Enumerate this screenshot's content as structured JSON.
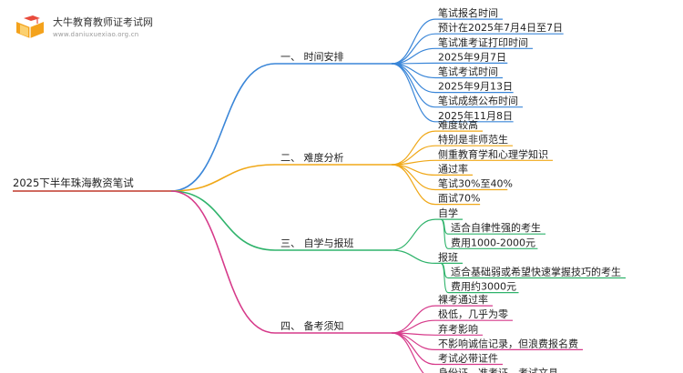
{
  "logo": {
    "title": "大牛教育教师证考试网",
    "url": "www.daniuxuexiao.org.cn",
    "icon": "book-cap-icon"
  },
  "colors": {
    "branch1": "#3a86d8",
    "branch2": "#f0a818",
    "branch3": "#2fb36b",
    "branch4": "#d63a8a",
    "root_line": "#c0392b"
  },
  "root": "2025下半年珠海教资笔试",
  "branches": [
    {
      "label": "一、 时间安排",
      "color": "#3a86d8",
      "items": [
        {
          "text": "笔试报名时间",
          "level": 0
        },
        {
          "text": "预计在2025年7月4日至7日",
          "level": 0
        },
        {
          "text": "笔试准考证打印时间",
          "level": 0
        },
        {
          "text": "2025年9月7日",
          "level": 0
        },
        {
          "text": "笔试考试时间",
          "level": 0
        },
        {
          "text": "2025年9月13日",
          "level": 0
        },
        {
          "text": "笔试成绩公布时间",
          "level": 0
        },
        {
          "text": "2025年11月8日",
          "level": 0
        }
      ]
    },
    {
      "label": "二、 难度分析",
      "color": "#f0a818",
      "items": [
        {
          "text": "难度较高",
          "level": 0
        },
        {
          "text": "特别是非师范生",
          "level": 0
        },
        {
          "text": "侧重教育学和心理学知识",
          "level": 0
        },
        {
          "text": "通过率",
          "level": 0
        },
        {
          "text": "笔试30%至40%",
          "level": 0
        },
        {
          "text": "面试70%",
          "level": 0
        }
      ]
    },
    {
      "label": "三、 自学与报班",
      "color": "#2fb36b",
      "items": [
        {
          "text": "自学",
          "level": 0
        },
        {
          "text": "适合自律性强的考生",
          "level": 1
        },
        {
          "text": "费用1000-2000元",
          "level": 1
        },
        {
          "text": "报班",
          "level": 0
        },
        {
          "text": "适合基础弱或希望快速掌握技巧的考生",
          "level": 1
        },
        {
          "text": "费用约3000元",
          "level": 1
        }
      ]
    },
    {
      "label": "四、 备考须知",
      "color": "#d63a8a",
      "items": [
        {
          "text": "裸考通过率",
          "level": 0
        },
        {
          "text": "极低，几乎为零",
          "level": 0
        },
        {
          "text": "弃考影响",
          "level": 0
        },
        {
          "text": "不影响诚信记录，但浪费报名费",
          "level": 0
        },
        {
          "text": "考试必带证件",
          "level": 0
        },
        {
          "text": "身份证、准考证、考试文具",
          "level": 0
        }
      ]
    }
  ]
}
